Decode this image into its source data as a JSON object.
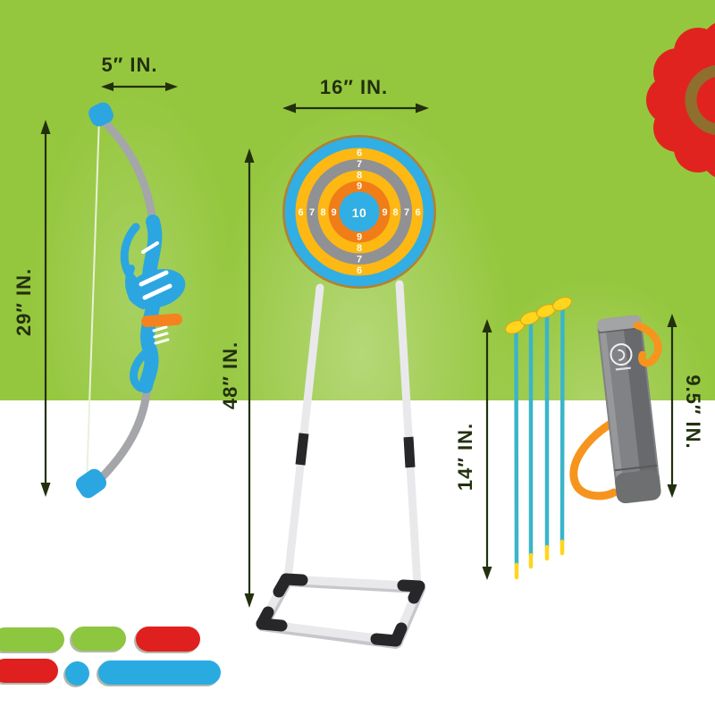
{
  "palette": {
    "green-bg": "#95c73e",
    "ink": "#22300f",
    "target-rim": "#b5802c",
    "target-blue": "#31aee4",
    "target-yellow": "#fdb813",
    "target-gray": "#8f9194",
    "target-orange": "#f07d17",
    "score-ink": "#fffdf0",
    "flower-red": "#e1231f",
    "flower-ring": "#8e6f2d",
    "pill-green": "#8dc63f",
    "pill-red": "#e0201f",
    "pill-blue": "#29abe2",
    "shaft-teal": "#3ab5c9",
    "tip-yellow": "#ffd51e",
    "quiver-gray": "#808285",
    "quiver-dark": "#68696c",
    "quiver-light": "#a2a4a6",
    "strap-orange": "#f7941e",
    "stand-tube": "#e9e9ec",
    "stand-shadow": "#c7c7cb",
    "stand-black": "#27272a",
    "bow-blue": "#2ca6e0",
    "bow-limb": "#a5a6a9",
    "bow-string": "#e9f1d8",
    "knob-orange": "#f5821f"
  },
  "annotations": {
    "bow_width": "5″ IN.",
    "bow_height": "29″ IN.",
    "target_width": "16″ IN.",
    "stand_height": "48″ IN.",
    "arrow_length": "14″ IN.",
    "quiver_height": "9.5″ IN."
  },
  "target_scores": {
    "ring6": "6",
    "ring7": "7",
    "ring8": "8",
    "ring9": "9",
    "bullseye": "10"
  }
}
